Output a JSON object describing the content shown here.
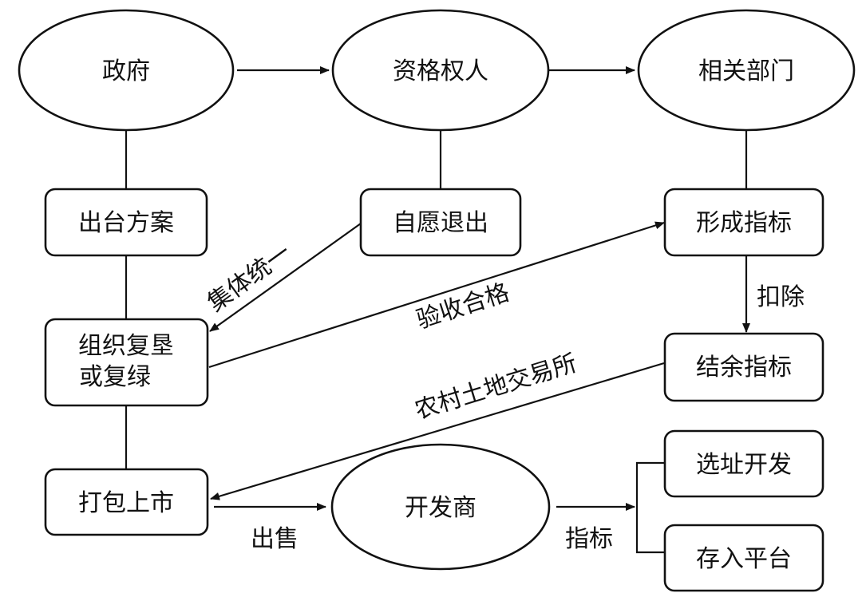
{
  "nodes": {
    "gov": "政府",
    "qualified_holder": "资格权人",
    "related_dept": "相关部门",
    "plan": "出台方案",
    "voluntary_exit": "自愿退出",
    "form_quota": "形成指标",
    "reclaim": [
      "组织复垦",
      "或复绿"
    ],
    "surplus_quota": "结余指标",
    "site_dev": "选址开发",
    "package_market": "打包上市",
    "developer": "开发商",
    "platform": "存入平台"
  },
  "edge_labels": {
    "collective": "集体统一",
    "acceptance": "验收合格",
    "deduct": "扣除",
    "exchange": "农村土地交易所",
    "sell": "出售",
    "quota": "指标"
  },
  "colors": {
    "stroke": "#111111",
    "background": "#ffffff"
  }
}
